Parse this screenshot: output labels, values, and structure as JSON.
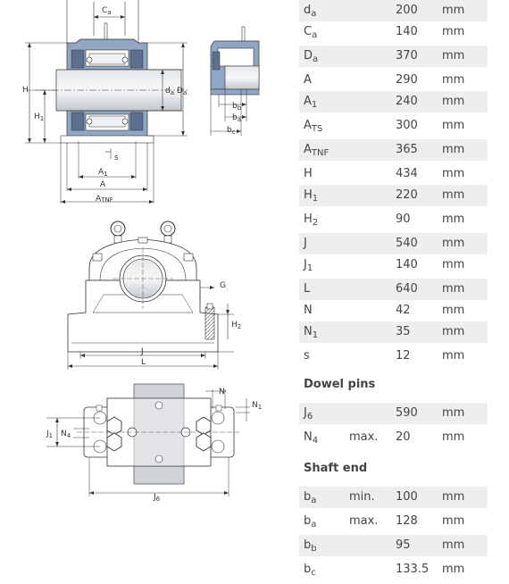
{
  "rows": [
    {
      "name": "d",
      "sub": "a",
      "val": "200",
      "unit": "mm",
      "qual": ""
    },
    {
      "name": "C",
      "sub": "a",
      "val": "140",
      "unit": "mm",
      "qual": ""
    },
    {
      "name": "D",
      "sub": "a",
      "val": "370",
      "unit": "mm",
      "qual": ""
    },
    {
      "name": "A",
      "sub": "",
      "val": "290",
      "unit": "mm",
      "qual": ""
    },
    {
      "name": "A",
      "sub": "1",
      "val": "240",
      "unit": "mm",
      "qual": ""
    },
    {
      "name": "A",
      "sub": "TS",
      "val": "300",
      "unit": "mm",
      "qual": ""
    },
    {
      "name": "A",
      "sub": "TNF",
      "val": "365",
      "unit": "mm",
      "qual": ""
    },
    {
      "name": "H",
      "sub": "",
      "val": "434",
      "unit": "mm",
      "qual": ""
    },
    {
      "name": "H",
      "sub": "1",
      "val": "220",
      "unit": "mm",
      "qual": ""
    },
    {
      "name": "H",
      "sub": "2",
      "val": "90",
      "unit": "mm",
      "qual": ""
    },
    {
      "name": "J",
      "sub": "",
      "val": "540",
      "unit": "mm",
      "qual": ""
    },
    {
      "name": "J",
      "sub": "1",
      "val": "140",
      "unit": "mm",
      "qual": ""
    },
    {
      "name": "L",
      "sub": "",
      "val": "640",
      "unit": "mm",
      "qual": ""
    },
    {
      "name": "N",
      "sub": "",
      "val": "42",
      "unit": "mm",
      "qual": ""
    },
    {
      "name": "N",
      "sub": "1",
      "val": "35",
      "unit": "mm",
      "qual": ""
    },
    {
      "name": "s",
      "sub": "",
      "val": "12",
      "unit": "mm",
      "qual": ""
    }
  ],
  "dowel": {
    "title": "Dowel pins",
    "rows": [
      {
        "name": "J",
        "sub": "6",
        "val": "590",
        "unit": "mm",
        "qual": ""
      },
      {
        "name": "N",
        "sub": "4",
        "val": "20",
        "unit": "mm",
        "qual": "max."
      }
    ]
  },
  "shaft": {
    "title": "Shaft end",
    "rows": [
      {
        "name": "b",
        "sub": "a",
        "val": "100",
        "unit": "mm",
        "qual": "min."
      },
      {
        "name": "b",
        "sub": "a",
        "val": "128",
        "unit": "mm",
        "qual": "max."
      },
      {
        "name": "b",
        "sub": "b",
        "val": "95",
        "unit": "mm",
        "qual": ""
      },
      {
        "name": "b",
        "sub": "c",
        "val": "133.5",
        "unit": "mm",
        "qual": ""
      }
    ]
  },
  "labels": {
    "ca": "C",
    "ca_sub": "a",
    "H": "H",
    "H1": "H",
    "H1_sub": "1",
    "da": "d",
    "da_sub": "a",
    "Da": "D",
    "Da_sub": "a",
    "A1": "A",
    "A1_sub": "1",
    "A": "A",
    "ATNF": "A",
    "ATNF_sub": "TNF",
    "s": "s",
    "bb": "b",
    "bb_sub": "b",
    "ba": "b",
    "ba_sub": "a",
    "bc": "b",
    "bc_sub": "c",
    "G": "G",
    "H2": "H",
    "H2_sub": "2",
    "J": "J",
    "L": "L",
    "N": "N",
    "N1": "N",
    "N1_sub": "1",
    "J1": "J",
    "J1_sub": "1",
    "N4": "N",
    "N4_sub": "4",
    "J6": "J",
    "J6_sub": "6"
  },
  "colors": {
    "housing": "#8fa6c4",
    "housing_dark": "#5c6f8c",
    "line": "#333333",
    "shaft": "#cfd3d8",
    "row_shade": "#eeeeee"
  }
}
